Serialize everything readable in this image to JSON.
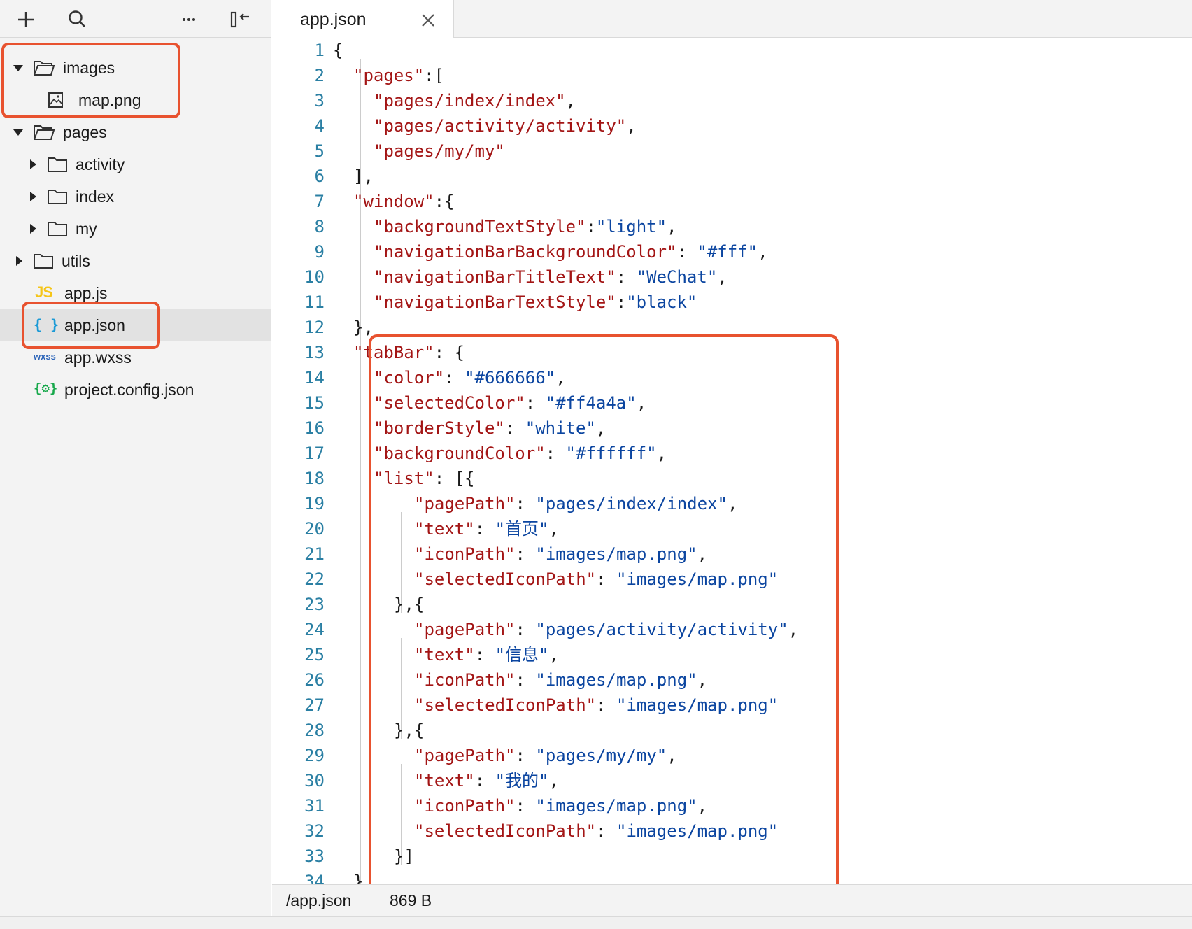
{
  "toolbar": {
    "add_icon": "plus-icon",
    "search_icon": "search-icon",
    "more_icon": "more-icon",
    "collapse_icon": "collapse-panel-icon"
  },
  "tree": {
    "items": [
      {
        "label": "images",
        "type": "folder-open"
      },
      {
        "label": "map.png",
        "type": "image"
      },
      {
        "label": "pages",
        "type": "folder-open"
      },
      {
        "label": "activity",
        "type": "folder"
      },
      {
        "label": "index",
        "type": "folder"
      },
      {
        "label": "my",
        "type": "folder"
      },
      {
        "label": "utils",
        "type": "folder"
      },
      {
        "label": "app.js",
        "type": "js",
        "badge": "JS"
      },
      {
        "label": "app.json",
        "type": "json",
        "badge": "{ }",
        "selected": true
      },
      {
        "label": "app.wxss",
        "type": "wxss",
        "badge": "wxss"
      },
      {
        "label": "project.config.json",
        "type": "config",
        "badge": "{⚙}"
      }
    ]
  },
  "tab": {
    "title": "app.json",
    "close_icon": "close-icon"
  },
  "code": {
    "lines": [
      [
        [
          "p",
          "{"
        ]
      ],
      [
        [
          "k",
          "\"pages\""
        ],
        [
          "p",
          ":["
        ]
      ],
      [
        [
          "k",
          "\"pages/index/index\""
        ],
        [
          "p",
          ","
        ]
      ],
      [
        [
          "k",
          "\"pages/activity/activity\""
        ],
        [
          "p",
          ","
        ]
      ],
      [
        [
          "k",
          "\"pages/my/my\""
        ]
      ],
      [
        [
          "p",
          "],"
        ]
      ],
      [
        [
          "k",
          "\"window\""
        ],
        [
          "p",
          ":{"
        ]
      ],
      [
        [
          "k",
          "\"backgroundTextStyle\""
        ],
        [
          "p",
          ":"
        ],
        [
          "s",
          "\"light\""
        ],
        [
          "p",
          ","
        ]
      ],
      [
        [
          "k",
          "\"navigationBarBackgroundColor\""
        ],
        [
          "p",
          ": "
        ],
        [
          "s",
          "\"#fff\""
        ],
        [
          "p",
          ","
        ]
      ],
      [
        [
          "k",
          "\"navigationBarTitleText\""
        ],
        [
          "p",
          ": "
        ],
        [
          "s",
          "\"WeChat\""
        ],
        [
          "p",
          ","
        ]
      ],
      [
        [
          "k",
          "\"navigationBarTextStyle\""
        ],
        [
          "p",
          ":"
        ],
        [
          "s",
          "\"black\""
        ]
      ],
      [
        [
          "p",
          "},"
        ]
      ],
      [
        [
          "k",
          "\"tabBar\""
        ],
        [
          "p",
          ": {"
        ]
      ],
      [
        [
          "k",
          "\"color\""
        ],
        [
          "p",
          ": "
        ],
        [
          "s",
          "\"#666666\""
        ],
        [
          "p",
          ","
        ]
      ],
      [
        [
          "k",
          "\"selectedColor\""
        ],
        [
          "p",
          ": "
        ],
        [
          "s",
          "\"#ff4a4a\""
        ],
        [
          "p",
          ","
        ]
      ],
      [
        [
          "k",
          "\"borderStyle\""
        ],
        [
          "p",
          ": "
        ],
        [
          "s",
          "\"white\""
        ],
        [
          "p",
          ","
        ]
      ],
      [
        [
          "k",
          "\"backgroundColor\""
        ],
        [
          "p",
          ": "
        ],
        [
          "s",
          "\"#ffffff\""
        ],
        [
          "p",
          ","
        ]
      ],
      [
        [
          "k",
          "\"list\""
        ],
        [
          "p",
          ": [{"
        ]
      ],
      [
        [
          "k",
          "\"pagePath\""
        ],
        [
          "p",
          ": "
        ],
        [
          "s",
          "\"pages/index/index\""
        ],
        [
          "p",
          ","
        ]
      ],
      [
        [
          "k",
          "\"text\""
        ],
        [
          "p",
          ": "
        ],
        [
          "s",
          "\"首页\""
        ],
        [
          "p",
          ","
        ]
      ],
      [
        [
          "k",
          "\"iconPath\""
        ],
        [
          "p",
          ": "
        ],
        [
          "s",
          "\"images/map.png\""
        ],
        [
          "p",
          ","
        ]
      ],
      [
        [
          "k",
          "\"selectedIconPath\""
        ],
        [
          "p",
          ": "
        ],
        [
          "s",
          "\"images/map.png\""
        ]
      ],
      [
        [
          "p",
          "},{"
        ]
      ],
      [
        [
          "k",
          "\"pagePath\""
        ],
        [
          "p",
          ": "
        ],
        [
          "s",
          "\"pages/activity/activity\""
        ],
        [
          "p",
          ","
        ]
      ],
      [
        [
          "k",
          "\"text\""
        ],
        [
          "p",
          ": "
        ],
        [
          "s",
          "\"信息\""
        ],
        [
          "p",
          ","
        ]
      ],
      [
        [
          "k",
          "\"iconPath\""
        ],
        [
          "p",
          ": "
        ],
        [
          "s",
          "\"images/map.png\""
        ],
        [
          "p",
          ","
        ]
      ],
      [
        [
          "k",
          "\"selectedIconPath\""
        ],
        [
          "p",
          ": "
        ],
        [
          "s",
          "\"images/map.png\""
        ]
      ],
      [
        [
          "p",
          "},{"
        ]
      ],
      [
        [
          "k",
          "\"pagePath\""
        ],
        [
          "p",
          ": "
        ],
        [
          "s",
          "\"pages/my/my\""
        ],
        [
          "p",
          ","
        ]
      ],
      [
        [
          "k",
          "\"text\""
        ],
        [
          "p",
          ": "
        ],
        [
          "s",
          "\"我的\""
        ],
        [
          "p",
          ","
        ]
      ],
      [
        [
          "k",
          "\"iconPath\""
        ],
        [
          "p",
          ": "
        ],
        [
          "s",
          "\"images/map.png\""
        ],
        [
          "p",
          ","
        ]
      ],
      [
        [
          "k",
          "\"selectedIconPath\""
        ],
        [
          "p",
          ": "
        ],
        [
          "s",
          "\"images/map.png\""
        ]
      ],
      [
        [
          "p",
          "}]"
        ]
      ],
      [
        [
          "p",
          "}"
        ]
      ]
    ]
  },
  "status": {
    "path": "/app.json",
    "size": "869 B"
  },
  "colors": {
    "highlight": "#e8522f",
    "key": "#a31515",
    "string": "#0b45a0",
    "line_number": "#2a7fa3"
  }
}
